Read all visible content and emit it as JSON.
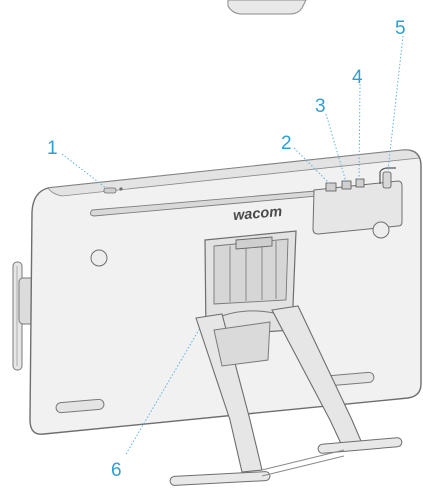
{
  "brand": "wacom",
  "callouts": [
    {
      "number": "1"
    },
    {
      "number": "2"
    },
    {
      "number": "3"
    },
    {
      "number": "4"
    },
    {
      "number": "5"
    },
    {
      "number": "6"
    }
  ],
  "colors": {
    "callout": "#2f9fd3",
    "outline": "#6e6e6e",
    "panel": "#f1f1f1",
    "stand": "#e2e2e2"
  }
}
